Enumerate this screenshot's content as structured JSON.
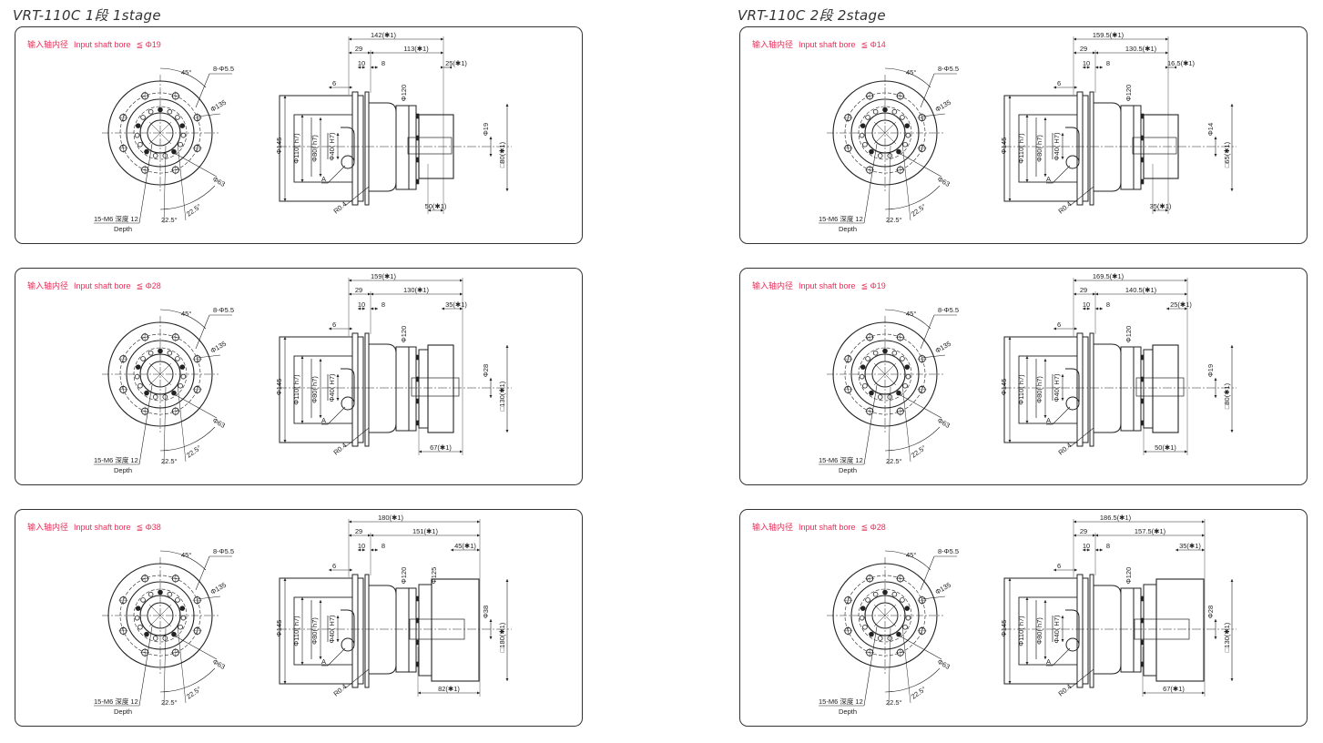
{
  "columns": [
    {
      "title": "VRT-110C  1段  1stage"
    },
    {
      "title": "VRT-110C  2段  2stage"
    }
  ],
  "common": {
    "bore_label_jp": "输入轴内径",
    "bore_label_en": "Input shaft bore",
    "angle_45": "45°",
    "holes": "8-Φ5.5",
    "dia_135": "Φ135",
    "dia_63": "Φ63",
    "angle_22a": "22.5°",
    "angle_22b": "22.5°",
    "tap": "15-M6 深度 12",
    "depth": "Depth",
    "dim_29": "29",
    "dim_10": "10",
    "dim_8": "8",
    "dim_6": "6",
    "dia_120": "Φ120",
    "dia_145": "Φ145",
    "dia_110": "Φ110( h7)",
    "dia_80": "Φ80( h7)",
    "dia_40": "Φ40( H7)",
    "point_a": "A",
    "r04": "R0.4"
  },
  "panels": [
    {
      "col": 0,
      "row": 0,
      "bore": "≦ Φ19",
      "total": "142(✱1)",
      "body": "113(✱1)",
      "flange": "25(✱1)",
      "dia_shaft": "Φ19",
      "square": "□80(✱1)",
      "bottom": "50(✱1)",
      "extra": ""
    },
    {
      "col": 0,
      "row": 1,
      "bore": "≦ Φ28",
      "total": "159(✱1)",
      "body": "130(✱1)",
      "flange": "35(✱1)",
      "dia_shaft": "Φ28",
      "square": "□130(✱1)",
      "bottom": "67(✱1)",
      "extra": ""
    },
    {
      "col": 0,
      "row": 2,
      "bore": "≦ Φ38",
      "total": "180(✱1)",
      "body": "151(✱1)",
      "flange": "45(✱1)",
      "dia_shaft": "Φ38",
      "square": "□180(✱1)",
      "bottom": "82(✱1)",
      "extra": "Φ125"
    },
    {
      "col": 1,
      "row": 0,
      "bore": "≦ Φ14",
      "total": "159.5(✱1)",
      "body": "130.5(✱1)",
      "flange": "16.5(✱1)",
      "dia_shaft": "Φ14",
      "square": "□65(✱1)",
      "bottom": "35(✱1)",
      "extra": ""
    },
    {
      "col": 1,
      "row": 1,
      "bore": "≦ Φ19",
      "total": "169.5(✱1)",
      "body": "140.5(✱1)",
      "flange": "25(✱1)",
      "dia_shaft": "Φ19",
      "square": "□80(✱1)",
      "bottom": "50(✱1)",
      "extra": ""
    },
    {
      "col": 1,
      "row": 2,
      "bore": "≦ Φ28",
      "total": "186.5(✱1)",
      "body": "157.5(✱1)",
      "flange": "35(✱1)",
      "dia_shaft": "Φ28",
      "square": "□130(✱1)",
      "bottom": "67(✱1)",
      "extra": ""
    }
  ]
}
